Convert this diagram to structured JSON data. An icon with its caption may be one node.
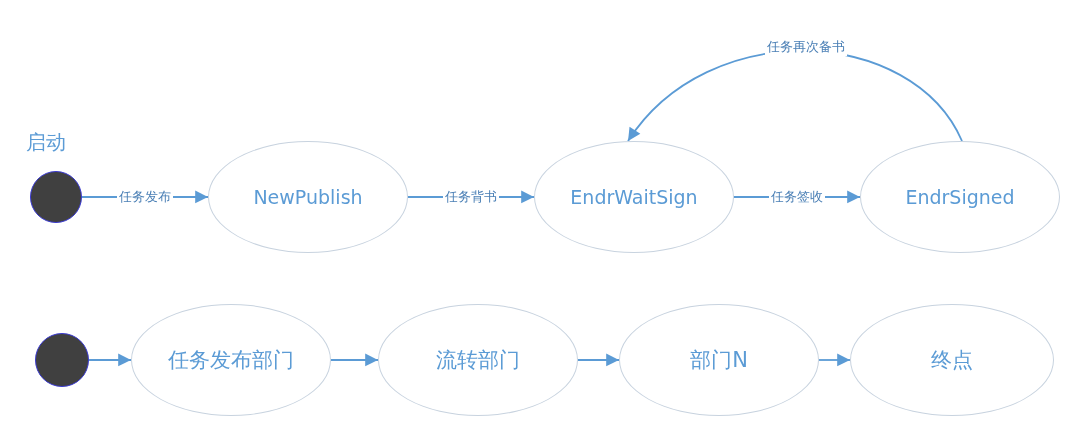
{
  "diagram": {
    "nodes": [
      {
        "text": [
          "启动"
        ]
      },
      {
        "text": [
          "NewPublish"
        ]
      },
      {
        "text": [
          "EndrWaitSign"
        ]
      },
      {
        "text": [
          "EndrSigned"
        ]
      },
      {
        "text": [],
        "shape": "circle"
      },
      {
        "text": [
          "任务发布部门"
        ]
      },
      {
        "text": [
          "流转部门"
        ]
      },
      {
        "text": [
          "部门N"
        ]
      },
      {
        "text": [
          "终点"
        ]
      }
    ],
    "edges": [
      {
        "from": 0,
        "to": 1,
        "arrow": "to",
        "label": "任务发布"
      },
      {
        "from": 1,
        "to": 2,
        "arrow": "to",
        "label": "任务背书"
      },
      {
        "from": 2,
        "to": 3,
        "arrow": "to",
        "label": "任务签收"
      },
      {
        "from": 3,
        "to": 2,
        "arrow": "to",
        "label": "任务再次备书"
      },
      {
        "from": 4,
        "to": 5,
        "arrow": "to"
      },
      {
        "from": 5,
        "to": 6,
        "arrow": "to"
      },
      {
        "from": 6,
        "to": 7,
        "arrow": "to"
      },
      {
        "from": 7,
        "to": 8,
        "arrow": "to"
      }
    ]
  }
}
